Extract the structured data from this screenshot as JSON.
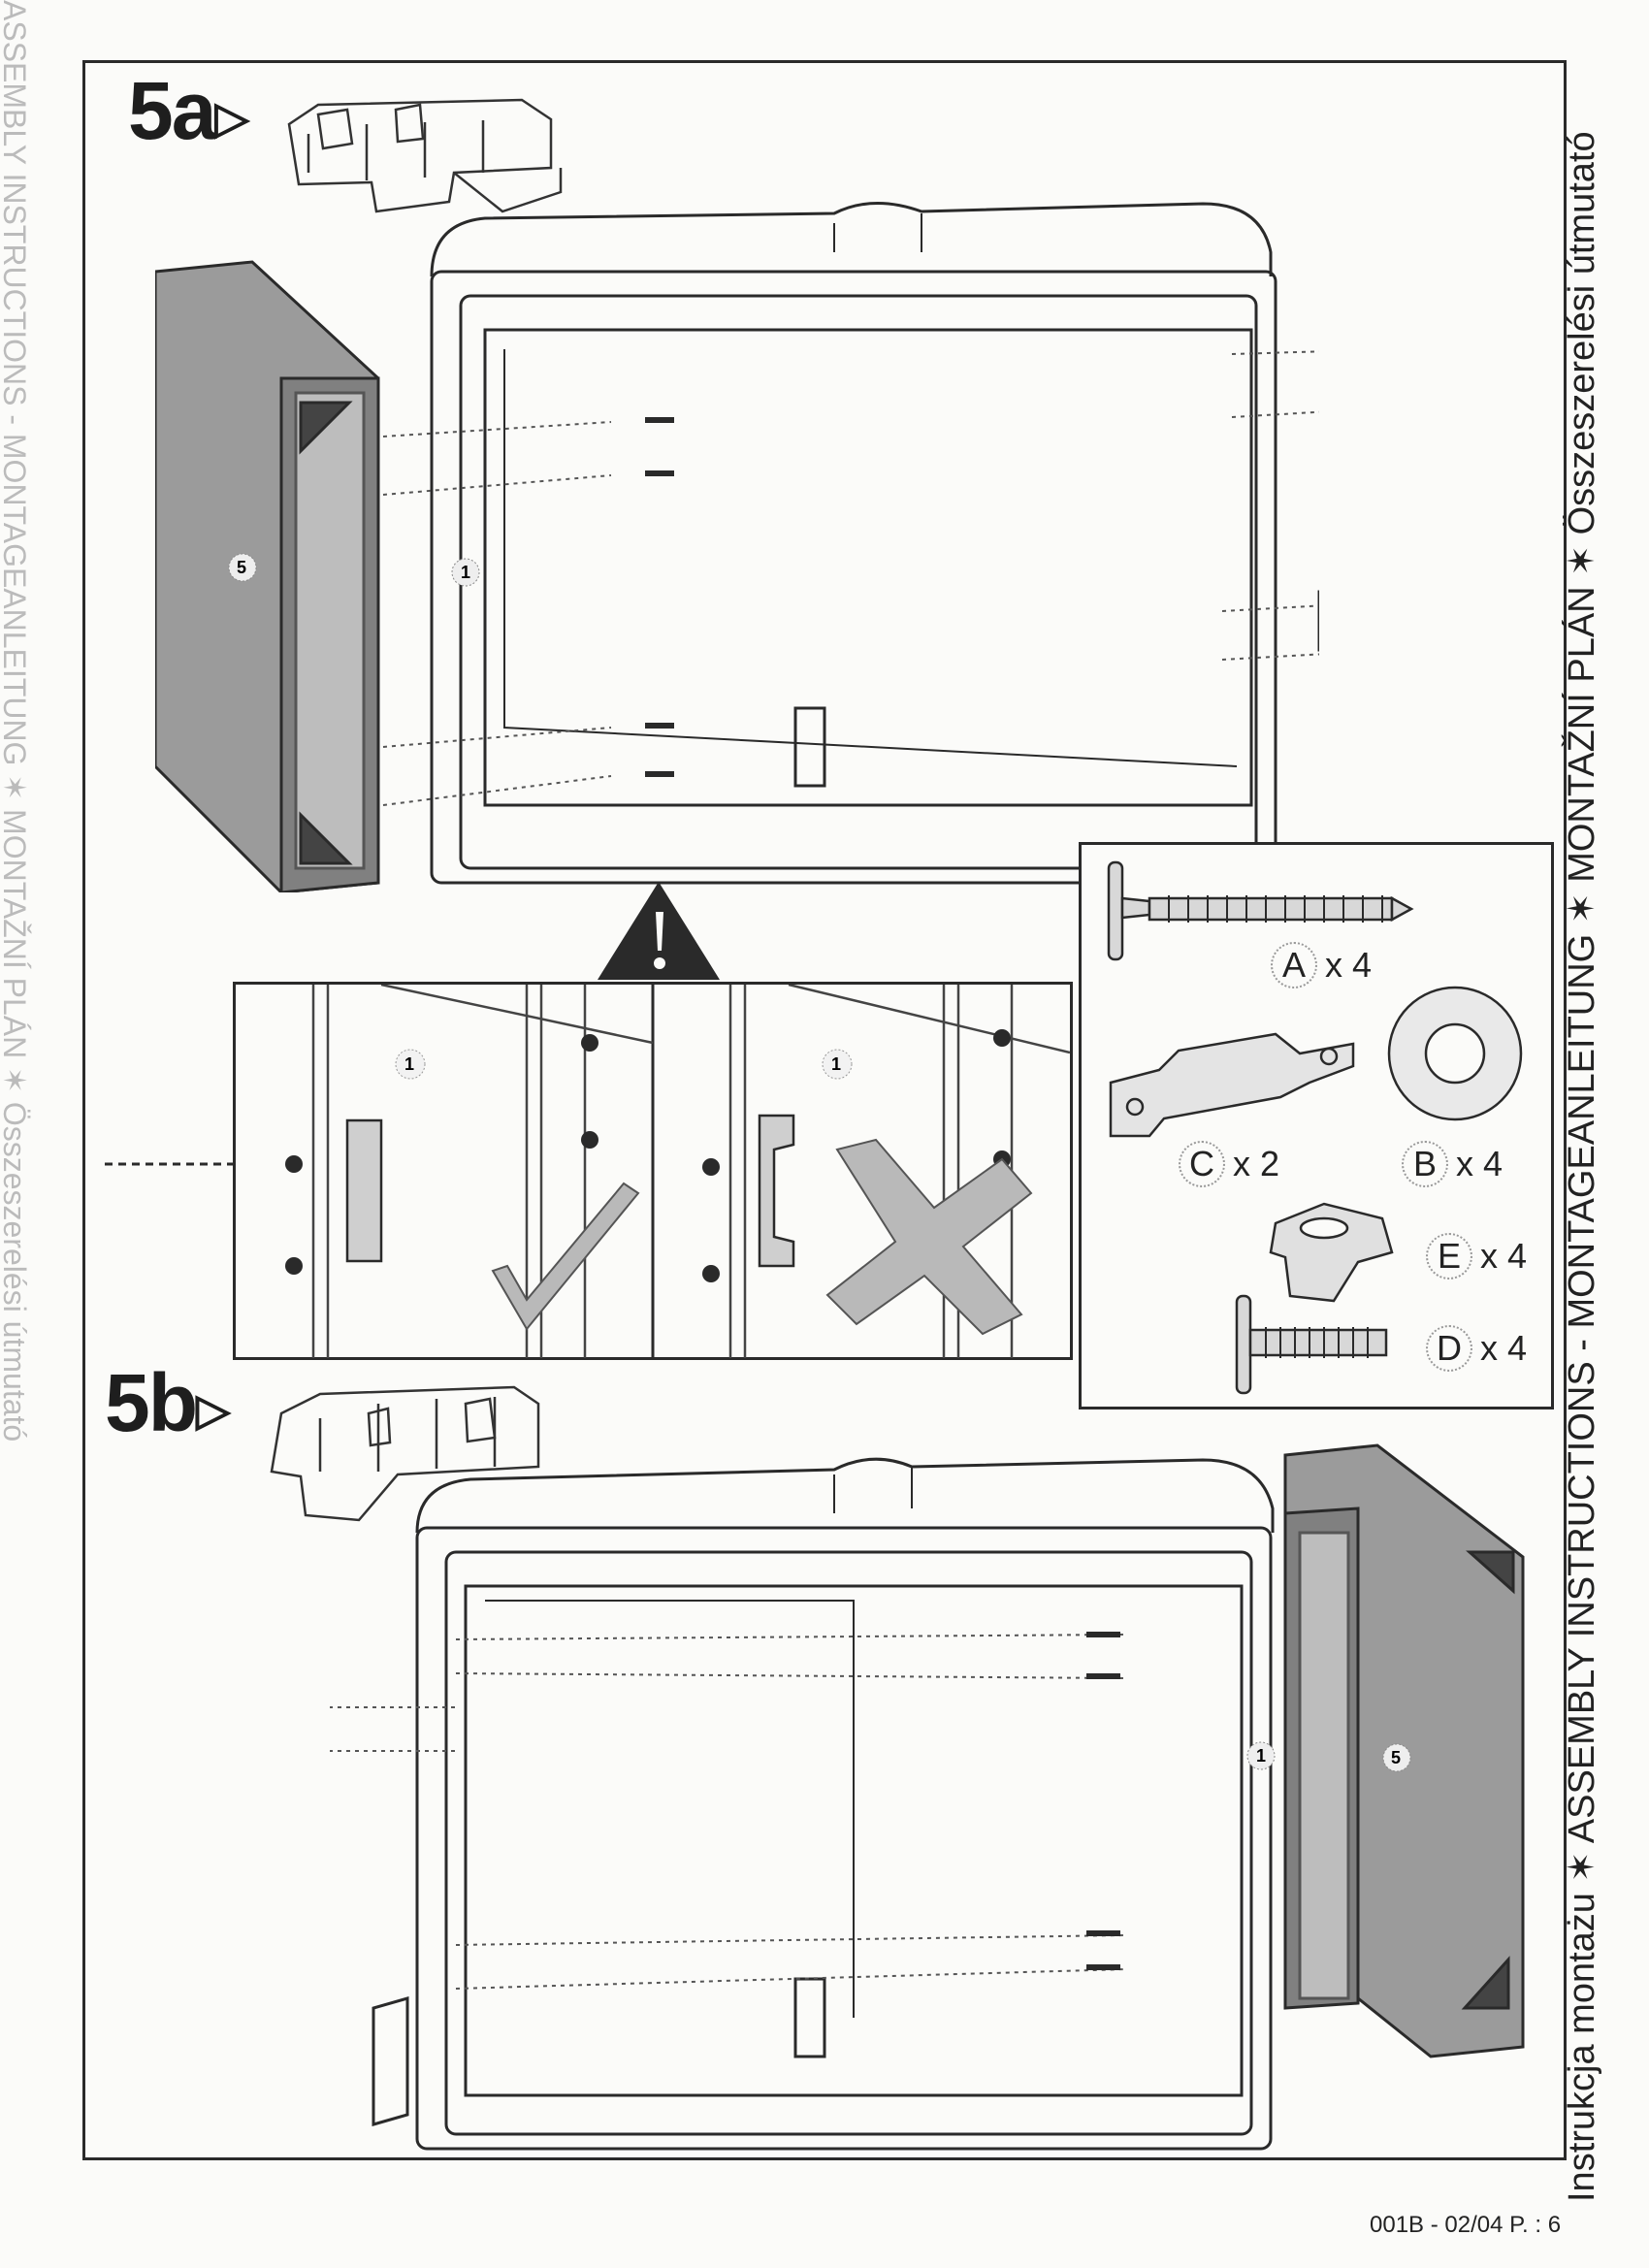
{
  "page": {
    "side_right": "Instrukcja montażu ✶ ASSEMBLY INSTRUCTIONS - MONTAGEANLEITUNG ✶ MONTAŽNÍ PLÁN ✶ Összeszerelési útmutató",
    "side_left": "ASSEMBLY INSTRUCTIONS - MONTAGEANLEITUNG ✶ MONTAŽNÍ PLÁN ✶ Összeszerelési útmutató",
    "footer": "001B - 02/04 P. : 6"
  },
  "steps": [
    {
      "label": "5a",
      "arrow": "▷"
    },
    {
      "label": "5b",
      "arrow": "▷"
    }
  ],
  "callouts": {
    "part_1": "1",
    "part_5": "5"
  },
  "parts": [
    {
      "letter": "A",
      "qty": "x 4"
    },
    {
      "letter": "B",
      "qty": "x 4"
    },
    {
      "letter": "C",
      "qty": "x 2"
    },
    {
      "letter": "E",
      "qty": "x 4"
    },
    {
      "letter": "D",
      "qty": "x 4"
    }
  ],
  "icons": {
    "warning": "warning-triangle-icon",
    "correct": "check-mark-icon",
    "wrong": "cross-mark-icon"
  }
}
